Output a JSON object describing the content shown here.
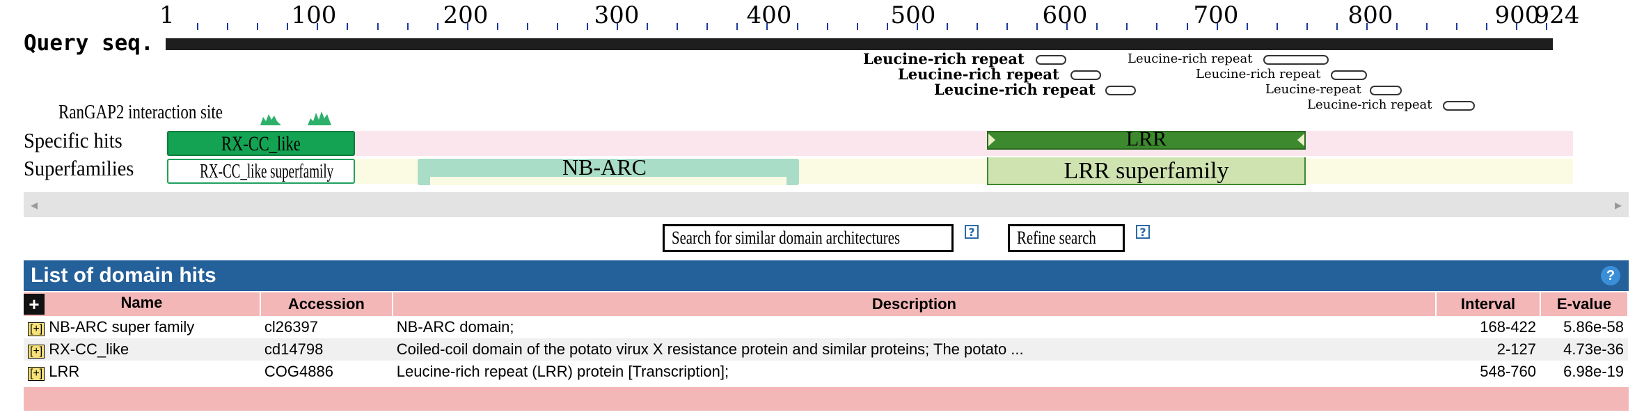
{
  "ruler": {
    "ticks": [
      "1",
      "100",
      "200",
      "300",
      "400",
      "500",
      "600",
      "700",
      "800",
      "900",
      "924"
    ]
  },
  "query_label": "Query seq.",
  "lrr_repeats": [
    "Leucine-rich repeat",
    "Leucine-rich repeat",
    "Leucine-rich repeat",
    "Leucine-rich repeat",
    "Leucine-rich repeat",
    "Leucine-repeat",
    "Leucine-rich repeat"
  ],
  "site_label": "RanGAP2 interaction site",
  "rows": {
    "specific": "Specific hits",
    "super": "Superfamilies"
  },
  "domains": {
    "rx_cc": "RX-CC_like",
    "lrr": "LRR",
    "rx_cc_super": "RX-CC_like superfamily",
    "nbarc": "NB-ARC",
    "lrr_super": "LRR superfamily"
  },
  "colors": {
    "rx_cc": "#14a352",
    "lrr": "#3d8a2e",
    "nbarc": "#a9ddc8",
    "lrr_super": "#cfe3b0",
    "specific_bg": "#fbe6ee",
    "super_bg": "#fbfbe3",
    "header": "#24609a",
    "table_head": "#f3b7b7"
  },
  "buttons": {
    "similar": "Search for similar domain architectures",
    "refine": "Refine search",
    "help": "?"
  },
  "panel": {
    "title": "List of domain hits",
    "help": "?"
  },
  "table": {
    "expand_all": "+",
    "expand_row": "[+]",
    "headers": [
      "Name",
      "Accession",
      "Description",
      "Interval",
      "E-value"
    ],
    "rows": [
      {
        "name": "NB-ARC super family",
        "accession": "cl26397",
        "description": "NB-ARC domain;",
        "interval": "168-422",
        "evalue": "5.86e-58"
      },
      {
        "name": "RX-CC_like",
        "accession": "cd14798",
        "description": "Coiled-coil domain of the potato virux X resistance protein and similar proteins; The potato ...",
        "interval": "2-127",
        "evalue": "4.73e-36"
      },
      {
        "name": "LRR",
        "accession": "COG4886",
        "description": "Leucine-rich repeat (LRR) protein [Transcription];",
        "interval": "548-760",
        "evalue": "6.98e-19"
      }
    ]
  }
}
